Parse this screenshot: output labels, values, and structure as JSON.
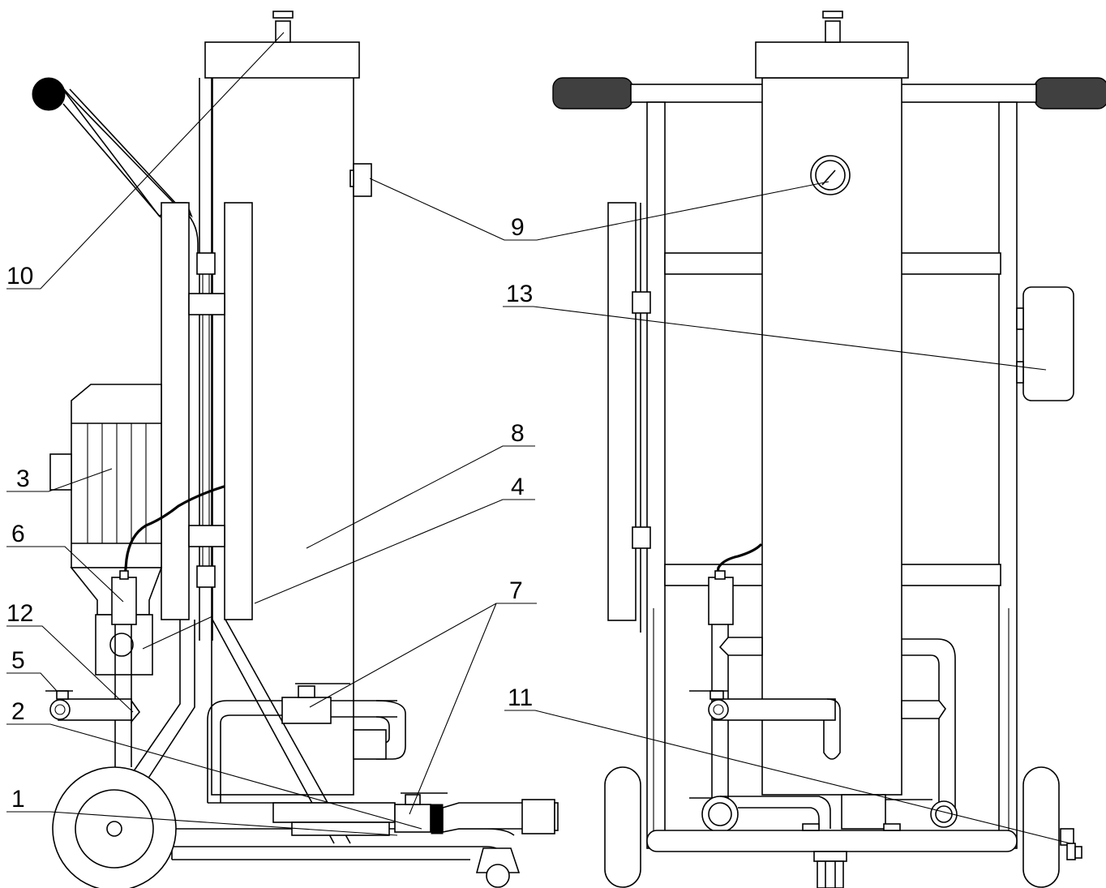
{
  "figure": {
    "callouts": [
      {
        "id": "c1",
        "label": "1"
      },
      {
        "id": "c2",
        "label": "2"
      },
      {
        "id": "c3",
        "label": "3"
      },
      {
        "id": "c4",
        "label": "4"
      },
      {
        "id": "c5",
        "label": "5"
      },
      {
        "id": "c6",
        "label": "6"
      },
      {
        "id": "c7",
        "label": "7"
      },
      {
        "id": "c8",
        "label": "8"
      },
      {
        "id": "c9",
        "label": "9"
      },
      {
        "id": "c10",
        "label": "10"
      },
      {
        "id": "c11",
        "label": "11"
      },
      {
        "id": "c12",
        "label": "12"
      },
      {
        "id": "c13",
        "label": "13"
      }
    ]
  }
}
